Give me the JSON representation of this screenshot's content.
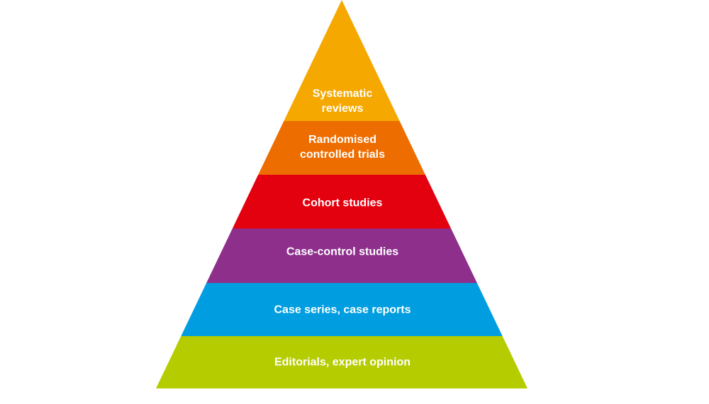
{
  "title": "Hierarchy of evidence pyramid",
  "levels": [
    {
      "label_lines": [
        "Systematic",
        "reviews"
      ],
      "color": "#F5A800"
    },
    {
      "label_lines": [
        "Randomised",
        "controlled trials"
      ],
      "color": "#EE6D00"
    },
    {
      "label_lines": [
        "Cohort studies"
      ],
      "color": "#E3000F"
    },
    {
      "label_lines": [
        "Case-control studies"
      ],
      "color": "#8E2F8C"
    },
    {
      "label_lines": [
        "Case series, case reports"
      ],
      "color": "#009EE0"
    },
    {
      "label_lines": [
        "Editorials, expert opinion"
      ],
      "color": "#B5CC00"
    }
  ]
}
